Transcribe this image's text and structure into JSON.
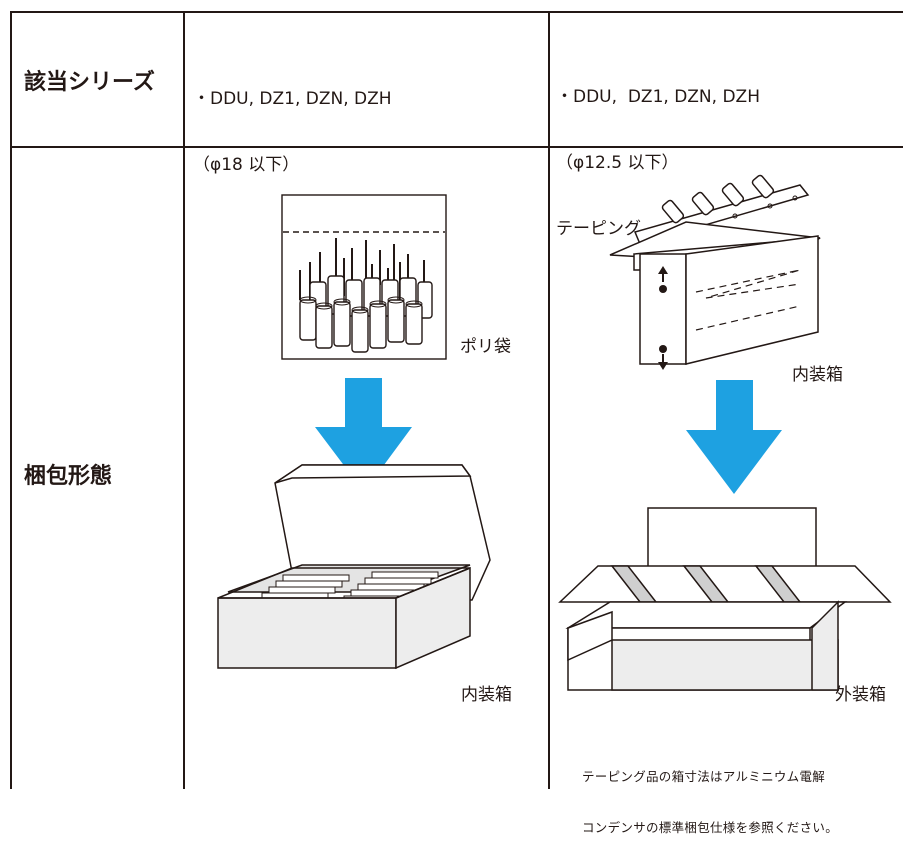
{
  "table": {
    "row1": {
      "header": "該当シリーズ",
      "col1": {
        "line1": "・DDU, DZ1, DZN, DZH",
        "line2": "（φ18 以下）"
      },
      "col2": {
        "line1": "・DDU,  DZ1, DZN, DZH",
        "line2": "（φ12.5 以下）",
        "line3": "テーピング"
      }
    },
    "row2": {
      "header": "梱包形態",
      "col1": {
        "bag_label": "ポリ袋",
        "box_label": "内装箱"
      },
      "col2": {
        "inner_box_label": "内装箱",
        "outer_box_label": "外装箱",
        "note_line1": "テーピング品の箱寸法はアルミニウム電解",
        "note_line2": "コンデンサの標準梱包仕様を参照ください。"
      }
    }
  },
  "colors": {
    "arrow": "#1ea1e1",
    "lines": "#231815",
    "box_fill": "#ededed"
  }
}
